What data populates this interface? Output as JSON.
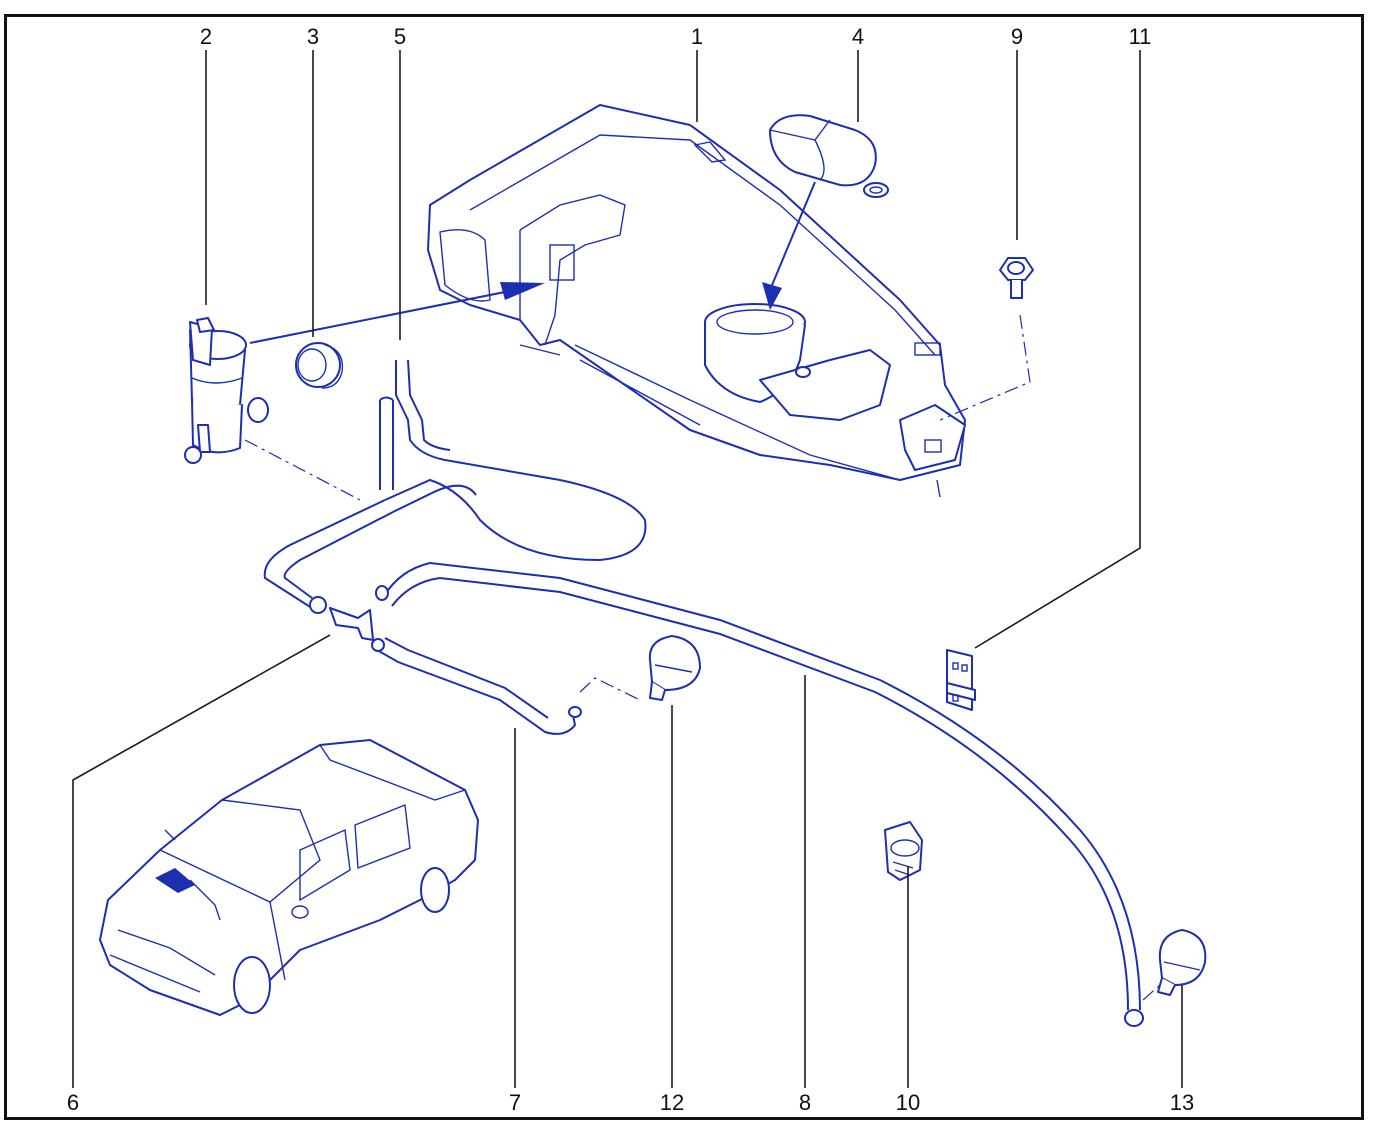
{
  "colors": {
    "line": "#1c2fb0",
    "leader": "#1c1c1c",
    "frame": "#111111",
    "background": "#ffffff"
  },
  "callouts": {
    "c1": "1",
    "c2": "2",
    "c3": "3",
    "c4": "4",
    "c5": "5",
    "c6": "6",
    "c7": "7",
    "c8": "8",
    "c9": "9",
    "c10": "10",
    "c11": "11",
    "c12": "12",
    "c13": "13"
  },
  "parts": {
    "reservoir": "washer-reservoir",
    "pump": "washer-pump",
    "grommet": "pump-grommet",
    "cap": "filler-cap",
    "bolt": "mounting-bolt",
    "clip": "hose-clip",
    "bracket": "hose-bracket",
    "connector": "t-connector",
    "jet_left": "washer-jet-left",
    "jet_right": "washer-jet-right",
    "car": "vehicle-locator"
  }
}
